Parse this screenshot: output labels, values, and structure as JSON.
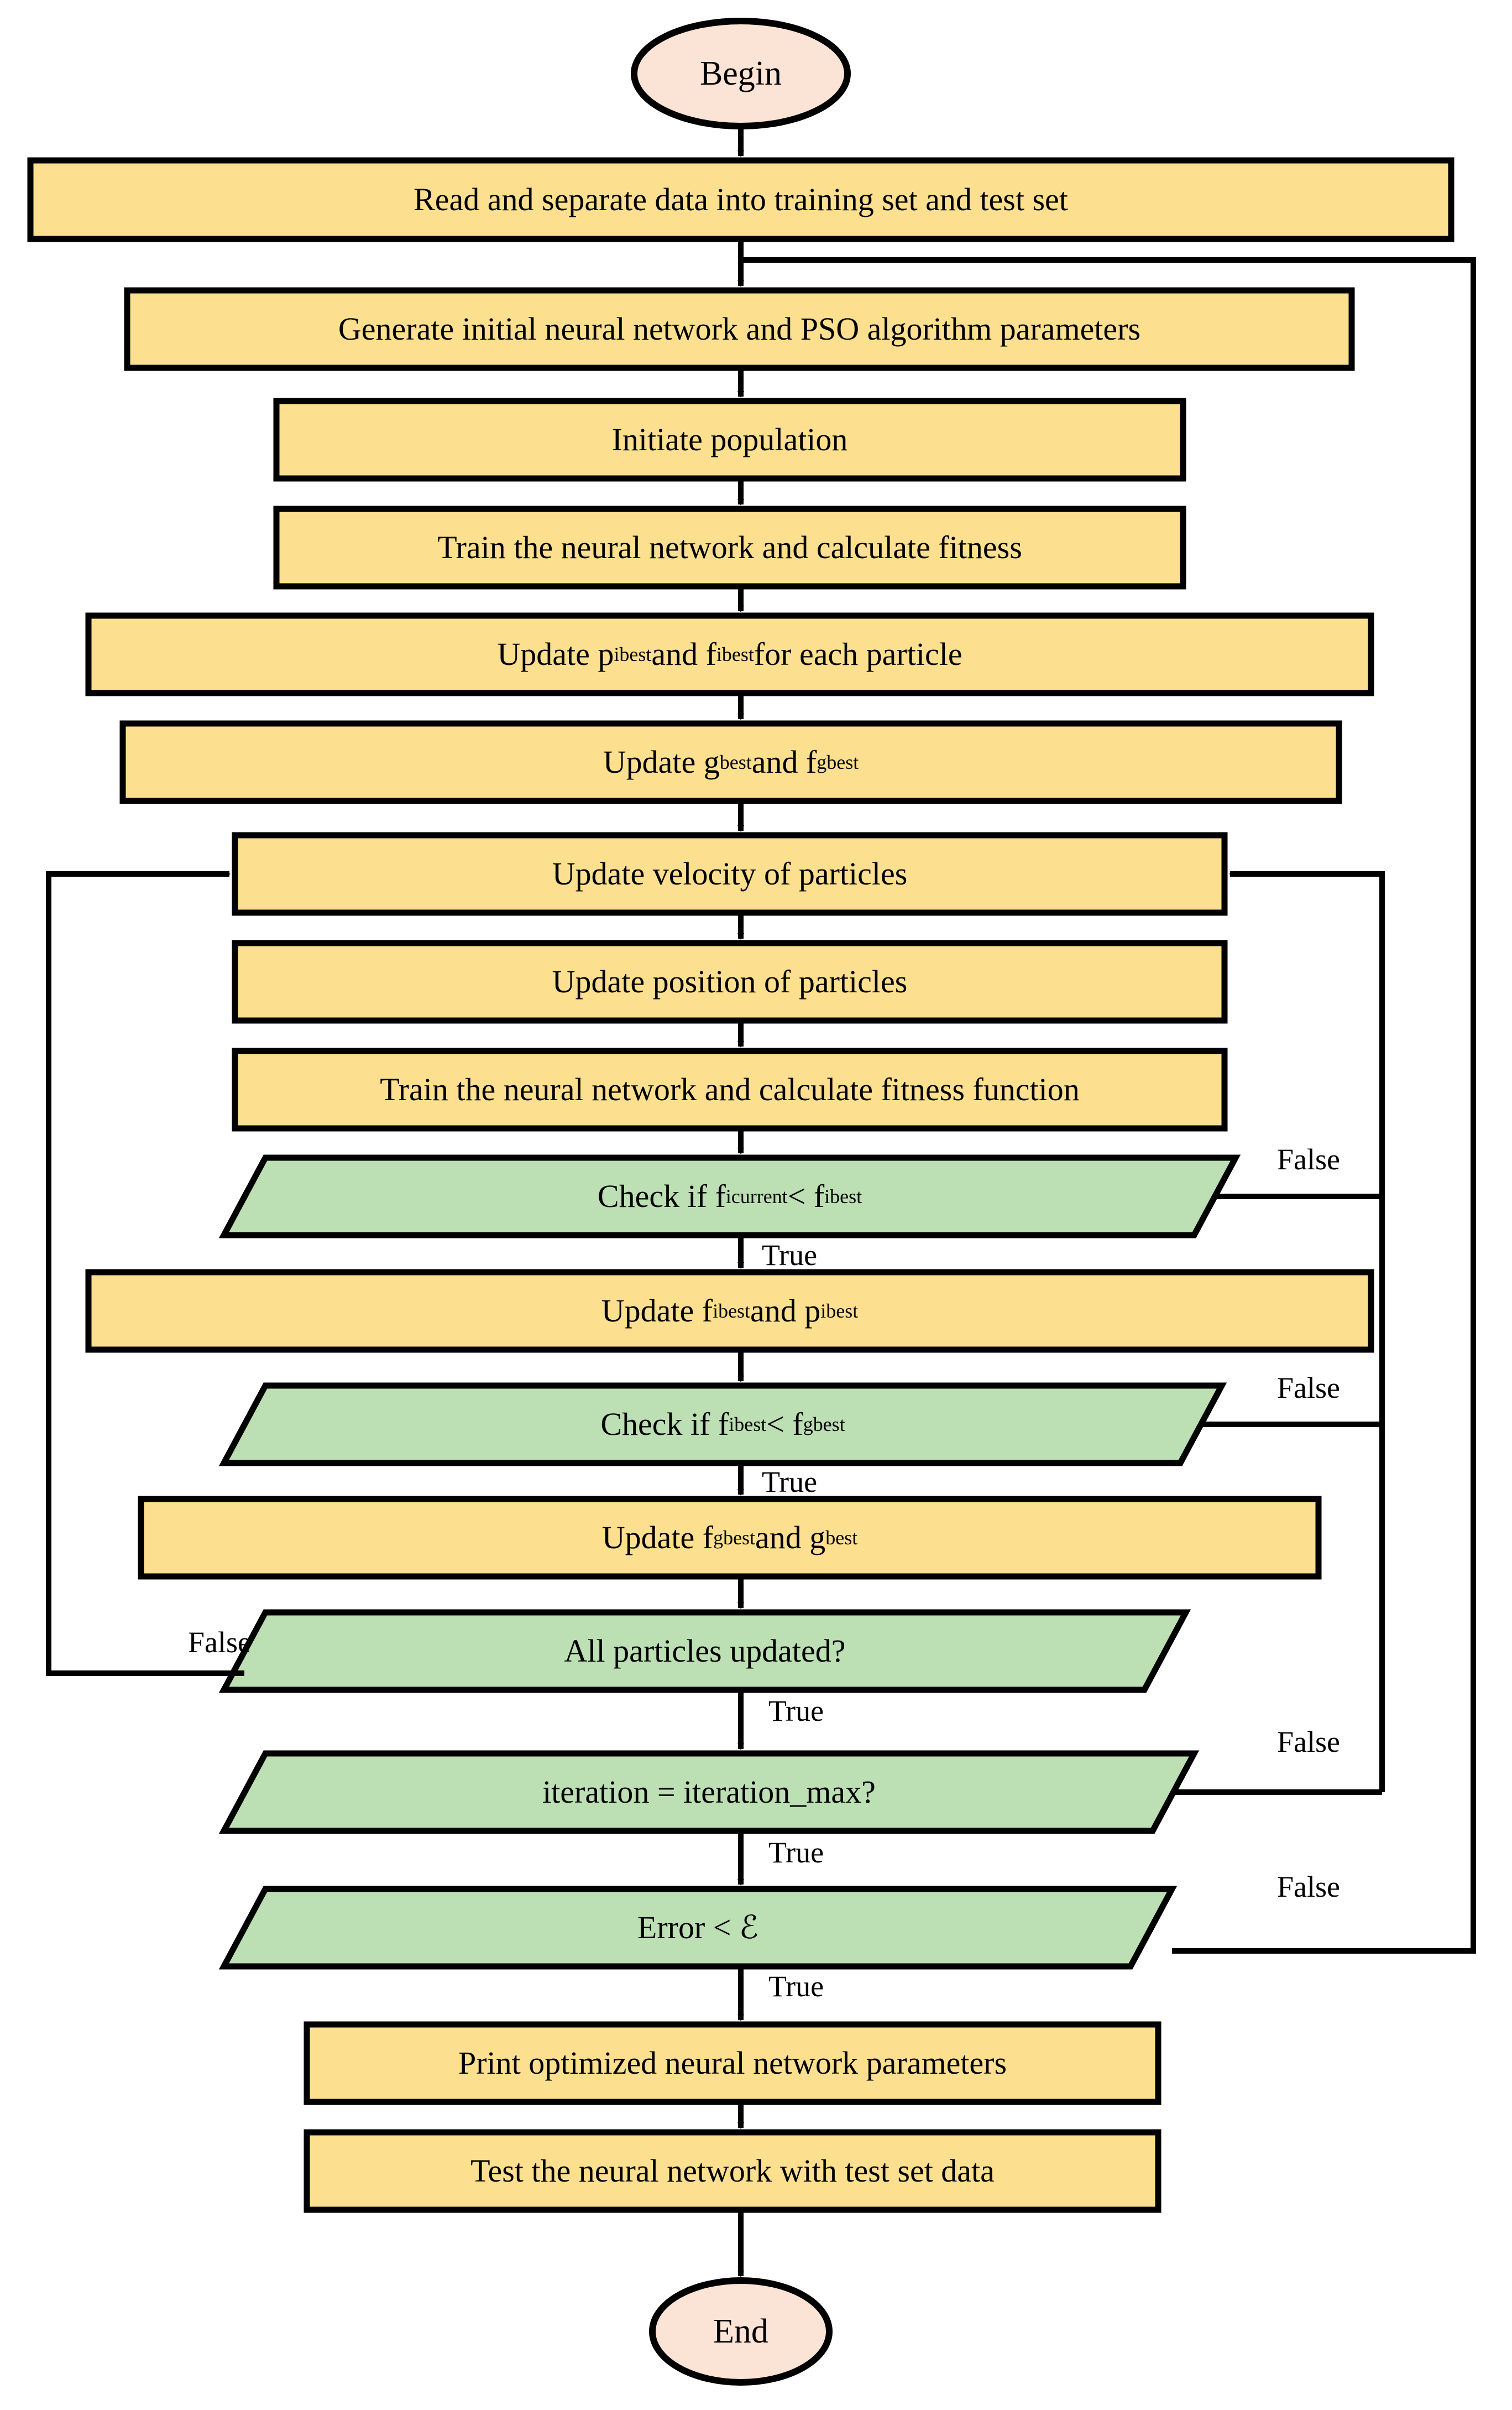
{
  "diagram": {
    "title": "PSO-optimized neural network training flowchart",
    "colors": {
      "process_fill": "#FCE08F",
      "decision_fill": "#BCDFB3",
      "terminal_fill": "#FBE3D6",
      "stroke": "#000000",
      "background": "#FFFFFF"
    },
    "nodes": [
      {
        "id": "begin",
        "shape": "ellipse",
        "label": "Begin"
      },
      {
        "id": "read",
        "shape": "rectangle",
        "label": "Read and separate data into training set and test set"
      },
      {
        "id": "generate",
        "shape": "rectangle",
        "label": "Generate initial neural network and PSO algorithm parameters"
      },
      {
        "id": "initiate",
        "shape": "rectangle",
        "label": "Initiate population"
      },
      {
        "id": "train1",
        "shape": "rectangle",
        "label": "Train the neural network and calculate fitness"
      },
      {
        "id": "updatepibest",
        "shape": "rectangle",
        "label_html": "Update p<sub>i</sub><sup>best</sup> and f<sub>i</sub><sup>best</sup> for each particle",
        "label": "Update pibest and fibest for each particle"
      },
      {
        "id": "updategbest",
        "shape": "rectangle",
        "label_html": "Update g<sup>best</sup> and f<sub>g</sub><sup>best</sup>",
        "label": "Update gbest and fgbest"
      },
      {
        "id": "velocity",
        "shape": "rectangle",
        "label": "Update velocity of particles"
      },
      {
        "id": "position",
        "shape": "rectangle",
        "label": "Update position of particles"
      },
      {
        "id": "train2",
        "shape": "rectangle",
        "label": "Train the neural network and calculate fitness function"
      },
      {
        "id": "checkcur",
        "shape": "parallelogram",
        "label_html": "Check if f<sub>i</sub><sup>current</sup> &lt; f<sub>i</sub><sup>best</sup>",
        "label": "Check if ficurrent < fibest"
      },
      {
        "id": "updatefi",
        "shape": "rectangle",
        "label_html": "Update f<sub>i</sub><sup>best</sup> and p<sub>i</sub><sup>best</sup>",
        "label": "Update fibest and pibest"
      },
      {
        "id": "checkfg",
        "shape": "parallelogram",
        "label_html": "Check if f<sub>i</sub><sup>best</sup> &lt; f<sub>g</sub><sup>best</sup>",
        "label": "Check if fibest < fgbest"
      },
      {
        "id": "updatefg",
        "shape": "rectangle",
        "label_html": "Update f<sub>g</sub><sup>best</sup> and g<sup>best</sup>",
        "label": "Update fgbest and gbest"
      },
      {
        "id": "allparticles",
        "shape": "parallelogram",
        "label": "All particles updated?"
      },
      {
        "id": "iteration",
        "shape": "parallelogram",
        "label": "iteration = iteration_max?"
      },
      {
        "id": "error",
        "shape": "parallelogram",
        "label_html": "Error &lt; &#8496;",
        "label": "Error < E"
      },
      {
        "id": "print",
        "shape": "rectangle",
        "label": "Print optimized neural network parameters"
      },
      {
        "id": "test",
        "shape": "rectangle",
        "label": "Test the neural network with test set data"
      },
      {
        "id": "end",
        "shape": "ellipse",
        "label": "End"
      }
    ],
    "edge_labels": {
      "true": "True",
      "false": "False"
    },
    "edges": [
      {
        "from": "begin",
        "to": "read",
        "label": ""
      },
      {
        "from": "read",
        "to": "generate",
        "label": ""
      },
      {
        "from": "generate",
        "to": "initiate",
        "label": ""
      },
      {
        "from": "initiate",
        "to": "train1",
        "label": ""
      },
      {
        "from": "train1",
        "to": "updatepibest",
        "label": ""
      },
      {
        "from": "updatepibest",
        "to": "updategbest",
        "label": ""
      },
      {
        "from": "updategbest",
        "to": "velocity",
        "label": ""
      },
      {
        "from": "velocity",
        "to": "position",
        "label": ""
      },
      {
        "from": "position",
        "to": "train2",
        "label": ""
      },
      {
        "from": "train2",
        "to": "checkcur",
        "label": ""
      },
      {
        "from": "checkcur",
        "to": "updatefi",
        "label": "True"
      },
      {
        "from": "checkcur",
        "to": "velocity",
        "label": "False"
      },
      {
        "from": "updatefi",
        "to": "checkfg",
        "label": ""
      },
      {
        "from": "checkfg",
        "to": "updatefg",
        "label": "True"
      },
      {
        "from": "checkfg",
        "to": "velocity",
        "label": "False"
      },
      {
        "from": "updatefg",
        "to": "allparticles",
        "label": ""
      },
      {
        "from": "allparticles",
        "to": "iteration",
        "label": "True"
      },
      {
        "from": "allparticles",
        "to": "velocity",
        "label": "False"
      },
      {
        "from": "iteration",
        "to": "error",
        "label": "True"
      },
      {
        "from": "iteration",
        "to": "velocity",
        "label": "False"
      },
      {
        "from": "error",
        "to": "print",
        "label": "True"
      },
      {
        "from": "error",
        "to": "generate",
        "label": "False"
      },
      {
        "from": "print",
        "to": "test",
        "label": ""
      },
      {
        "from": "test",
        "to": "end",
        "label": ""
      }
    ]
  }
}
